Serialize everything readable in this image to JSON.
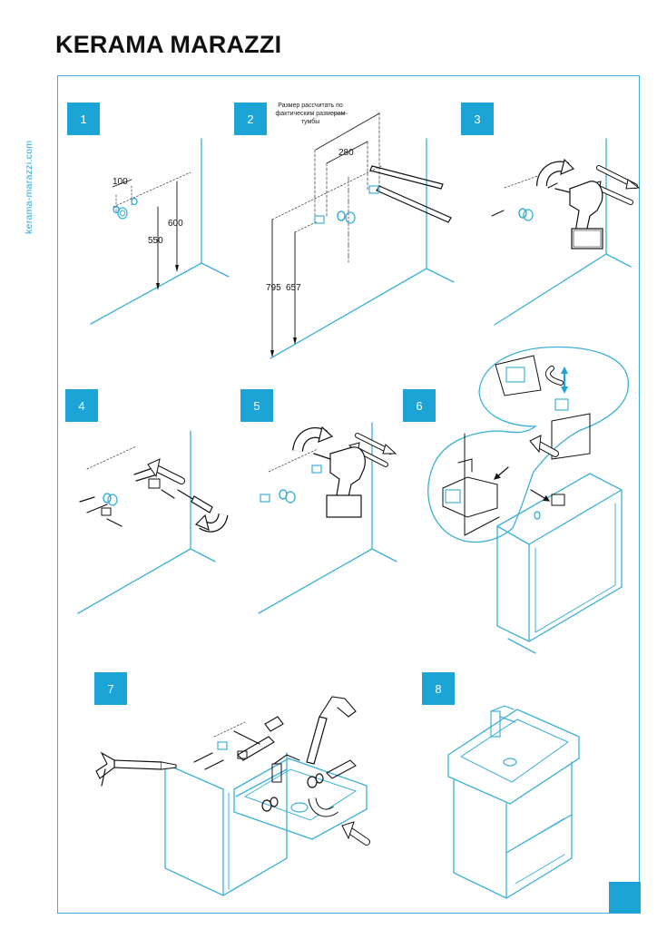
{
  "brand": {
    "name": "KERAMA MARAZZI",
    "website": "kerama-marazzi.com"
  },
  "steps": [
    {
      "number": "1"
    },
    {
      "number": "2"
    },
    {
      "number": "3"
    },
    {
      "number": "4"
    },
    {
      "number": "5"
    },
    {
      "number": "6"
    },
    {
      "number": "7"
    },
    {
      "number": "8"
    }
  ],
  "step1": {
    "dim_spacing": "100",
    "dim_height_high": "600",
    "dim_height_low": "550"
  },
  "step2": {
    "note": "Размер рассчитать по фактическим размерам тумбы",
    "dim_width": "280",
    "dim_height_high": "795",
    "dim_height_low": "657"
  },
  "colors": {
    "accent": "#1da4d6",
    "line": "#3bb0d8",
    "ink": "#1a1a1a"
  }
}
